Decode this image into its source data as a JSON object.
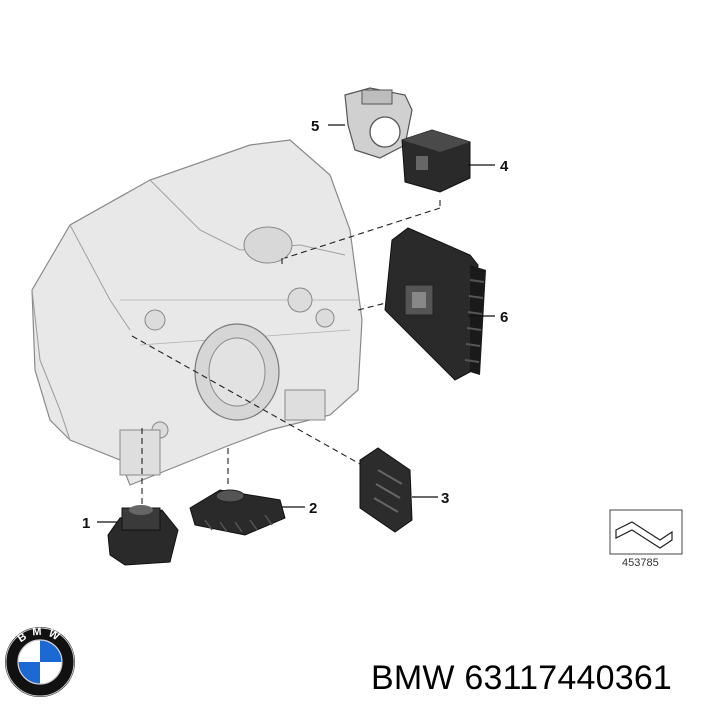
{
  "callouts": [
    {
      "id": "1",
      "label": "1"
    },
    {
      "id": "2",
      "label": "2"
    },
    {
      "id": "3",
      "label": "3"
    },
    {
      "id": "4",
      "label": "4"
    },
    {
      "id": "5",
      "label": "5"
    },
    {
      "id": "6",
      "label": "6"
    }
  ],
  "reference_number": "453785",
  "logo": {
    "text": "BMW",
    "icon": "bmw-roundel-icon",
    "colors": {
      "blue": "#1c69d4",
      "ring": "#111111",
      "white": "#ffffff"
    }
  },
  "footer": {
    "brand": "BMW",
    "part_number": "63117440361"
  },
  "colors": {
    "housing": "#e6e6e6",
    "housing_stroke": "#8a8a8a",
    "part_dark": "#2a2a2a",
    "part_mid": "#555555"
  }
}
